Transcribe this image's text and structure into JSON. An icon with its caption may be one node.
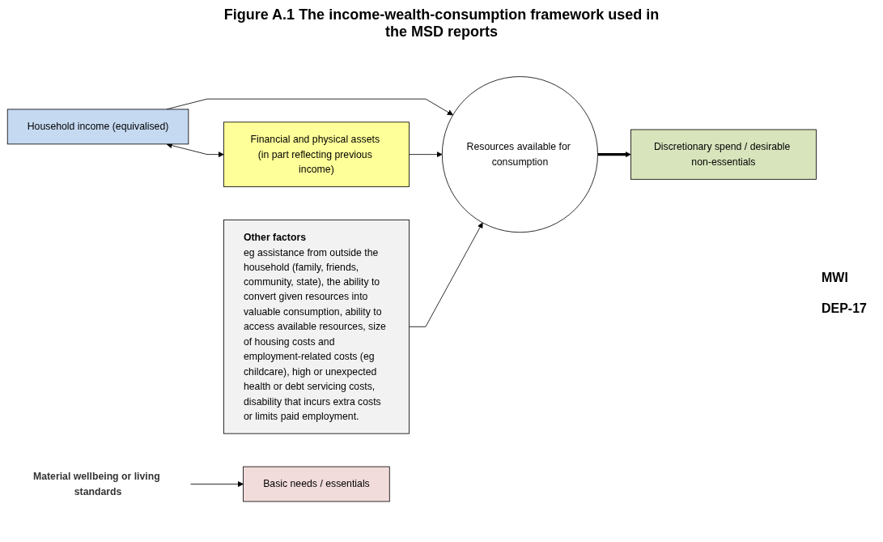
{
  "diagram": {
    "title": "Figure A.1 The income-wealth-consumption framework used in the MSD reports",
    "nodes": [
      {
        "text": [
          "Household income (equivalised)"
        ]
      },
      {
        "text": [
          "Financial and physical assets (in part reflecting previous income)"
        ]
      },
      {
        "text": [
          "Resources available for consumption"
        ]
      },
      {
        "text": [
          "Discretionary spend / desirable non-essentials"
        ]
      },
      {
        "text": [
          "Basic needs / essentials"
        ]
      },
      {
        "text": [
          "Other factors",
          "eg assistance from outside the household (family, friends, community, state), the ability to convert given resources into valuable consumption, ability to access available resources, size of housing costs and employment-related costs (eg childcare), high or unexpected health or debt servicing costs, disability that incurs extra costs or limits paid employment."
        ]
      },
      {
        "text": [
          "Material wellbeing or living standards"
        ]
      }
    ],
    "edges": [
      {
        "from": 0,
        "to": 2,
        "arrow": "to"
      },
      {
        "from": 0,
        "to": 1,
        "arrow": "both"
      },
      {
        "from": 1,
        "to": 2,
        "arrow": "to"
      },
      {
        "from": 2,
        "to": 3,
        "arrow": "to",
        "style": "thick"
      },
      {
        "from": 5,
        "to": 2,
        "arrow": "to"
      },
      {
        "from": 6,
        "to": 4,
        "arrow": "to"
      }
    ],
    "labels": [
      "MWI",
      "DEP-17"
    ]
  }
}
